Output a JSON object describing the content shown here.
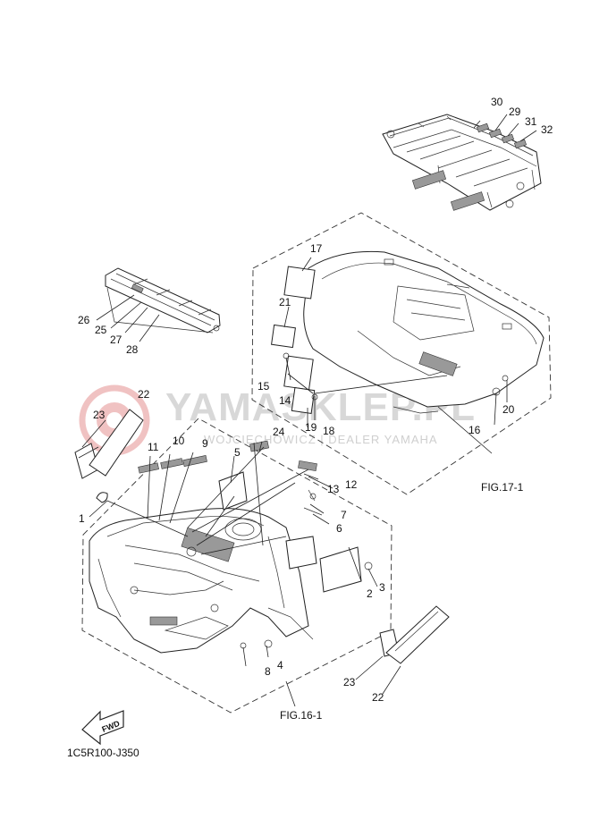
{
  "watermark": {
    "brand": "YAMASKLEP.PL",
    "subtitle": "WOJCIECHOWICZ | DEALER YAMAHA",
    "logo_color": "#e07a7a"
  },
  "diagram_code": "1C5R100-J350",
  "fwd_label": "FWD",
  "figure_refs": {
    "rear": "FIG.17-1",
    "front": "FIG.16-1"
  },
  "callouts": [
    {
      "id": "c1",
      "text": "1"
    },
    {
      "id": "c2",
      "text": "2"
    },
    {
      "id": "c3",
      "text": "3"
    },
    {
      "id": "c4",
      "text": "4"
    },
    {
      "id": "c5",
      "text": "5"
    },
    {
      "id": "c6",
      "text": "6"
    },
    {
      "id": "c7",
      "text": "7"
    },
    {
      "id": "c8",
      "text": "8"
    },
    {
      "id": "c9",
      "text": "9"
    },
    {
      "id": "c10",
      "text": "10"
    },
    {
      "id": "c11",
      "text": "11"
    },
    {
      "id": "c12",
      "text": "12"
    },
    {
      "id": "c13",
      "text": "13"
    },
    {
      "id": "c14",
      "text": "14"
    },
    {
      "id": "c15",
      "text": "15"
    },
    {
      "id": "c16",
      "text": "16"
    },
    {
      "id": "c17",
      "text": "17"
    },
    {
      "id": "c18",
      "text": "18"
    },
    {
      "id": "c19",
      "text": "19"
    },
    {
      "id": "c20",
      "text": "20"
    },
    {
      "id": "c21",
      "text": "21"
    },
    {
      "id": "c22a",
      "text": "22"
    },
    {
      "id": "c22b",
      "text": "22"
    },
    {
      "id": "c23a",
      "text": "23"
    },
    {
      "id": "c23b",
      "text": "23"
    },
    {
      "id": "c24",
      "text": "24"
    },
    {
      "id": "c25",
      "text": "25"
    },
    {
      "id": "c26",
      "text": "26"
    },
    {
      "id": "c27",
      "text": "27"
    },
    {
      "id": "c28",
      "text": "28"
    },
    {
      "id": "c29",
      "text": "29"
    },
    {
      "id": "c30",
      "text": "30"
    },
    {
      "id": "c31",
      "text": "31"
    },
    {
      "id": "c32",
      "text": "32"
    }
  ]
}
